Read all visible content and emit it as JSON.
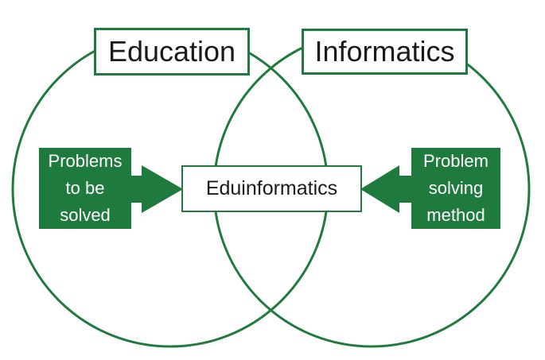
{
  "sets": {
    "left_title": "Education",
    "right_title": "Informatics"
  },
  "intersection": {
    "label": "Eduinformatics"
  },
  "left_input": {
    "lines": [
      "Problems",
      "to be",
      "solved"
    ]
  },
  "right_input": {
    "lines": [
      "Problem",
      "solving",
      "method"
    ]
  },
  "colors": {
    "accent": "#1f7a3e",
    "text": "#1a1a1a",
    "background": "#ffffff"
  }
}
